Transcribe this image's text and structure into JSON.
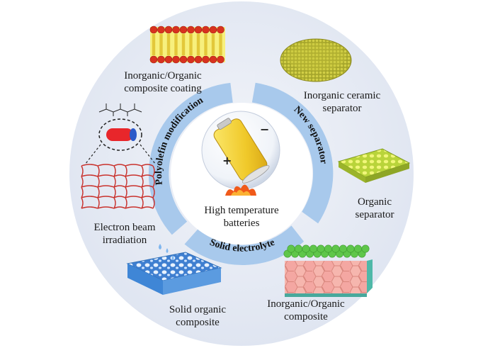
{
  "colors": {
    "outer_disc": "#e3e8f3",
    "ring": "#a8c9ec",
    "center_disc": "#ffffff",
    "battery_yellow": "#f3d23a",
    "text": "#1a1a1a"
  },
  "center": {
    "line1": "High temperature",
    "line2": "batteries",
    "battery_minus": "−",
    "battery_plus": "+"
  },
  "ring_labels": {
    "polyolefin": "Polyolefin modification",
    "new_separator": "New separator",
    "solid_electrolyte": "Solid electrolyte"
  },
  "items": {
    "coating": {
      "line1": "Inorganic/Organic",
      "line2": "composite coating"
    },
    "ceramic": {
      "line1": "Inorganic ceramic",
      "line2": "separator"
    },
    "organic": {
      "line1": "Organic",
      "line2": "separator"
    },
    "inorg_org": {
      "line1": "Inorganic/Organic",
      "line2": "composite"
    },
    "solid_org": {
      "line1": "Solid organic",
      "line2": "composite"
    },
    "ebeam": {
      "line1": "Electron beam",
      "line2": "irradiation"
    }
  }
}
